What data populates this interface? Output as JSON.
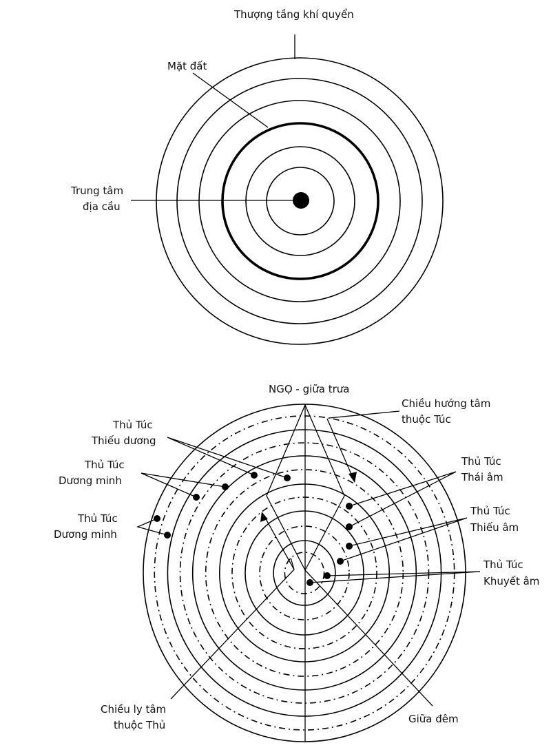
{
  "top_diagram": {
    "title": "Thượng tầng khí quyển",
    "surface_label": "Mặt đất",
    "center_label": [
      "Trung tâm",
      "địa cầu"
    ]
  },
  "bottom_diagram": {
    "noon_label": "NGỌ -  giữa trưa",
    "midnight_label": "Giữa đêm",
    "centripetal_label": [
      "Chiều hướng tâm",
      "thuộc Túc"
    ],
    "centrifugal_label": [
      "Chiều ly tâm",
      "thuộc Thủ"
    ],
    "left_labels": [
      [
        "Thủ Túc",
        "Thiếu dương"
      ],
      [
        "Thủ Túc",
        "Dương minh"
      ],
      [
        "Thủ Túc",
        "Dương minh"
      ]
    ],
    "right_labels": [
      [
        "Thủ Túc",
        "Thái âm"
      ],
      [
        "Thủ Túc",
        "Thiếu âm"
      ],
      [
        "Thủ Túc",
        "Khuyết âm"
      ]
    ]
  }
}
